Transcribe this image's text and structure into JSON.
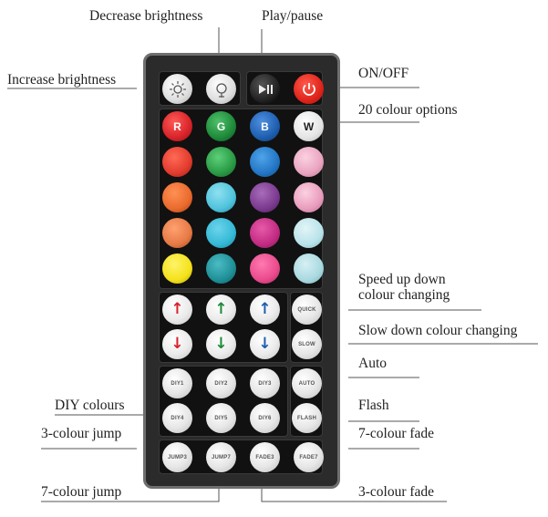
{
  "labels": {
    "decrease_brightness": "Decrease brightness",
    "play_pause": "Play/pause",
    "increase_brightness": "Increase brightness",
    "on_off": "ON/OFF",
    "colour_options": "20 colour options",
    "speed_up_line1": "Speed  up  down",
    "speed_up_line2": "colour changing",
    "slow_down": "Slow down colour changing",
    "auto": "Auto",
    "diy_colours": "DIY colours",
    "flash": "Flash",
    "three_colour_jump": "3-colour jump",
    "seven_colour_fade": "7-colour fade",
    "seven_colour_jump": "7-colour jump",
    "three_colour_fade": "3-colour fade"
  },
  "remote": {
    "color_keys": {
      "r": "R",
      "g": "G",
      "b": "B",
      "w": "W"
    },
    "speed_keys": {
      "quick": "QUICK",
      "slow": "SLOW"
    },
    "diy_keys": [
      "DIY1",
      "DIY2",
      "DIY3",
      "DIY4",
      "DIY5",
      "DIY6"
    ],
    "mode_keys": {
      "auto": "AUTO",
      "flash": "FLASH"
    },
    "bottom_keys": [
      "JUMP3",
      "JUMP7",
      "FADE3",
      "FADE7"
    ]
  },
  "colors": {
    "red": "#d8232a",
    "green": "#1e8a3a",
    "blue": "#1e5fb0",
    "orange": "#ea6a2c",
    "cyan": "#35b9d6",
    "purple": "#7b3a8f",
    "pink": "#e9a4c0",
    "yellow": "#f4e21a",
    "teal": "#1f8f98",
    "lightcyan": "#b9e3ea"
  },
  "icons": [
    "sun-bright-icon",
    "sun-dim-icon",
    "play-pause-icon",
    "power-icon",
    "arrow-up-icon",
    "arrow-down-icon"
  ]
}
